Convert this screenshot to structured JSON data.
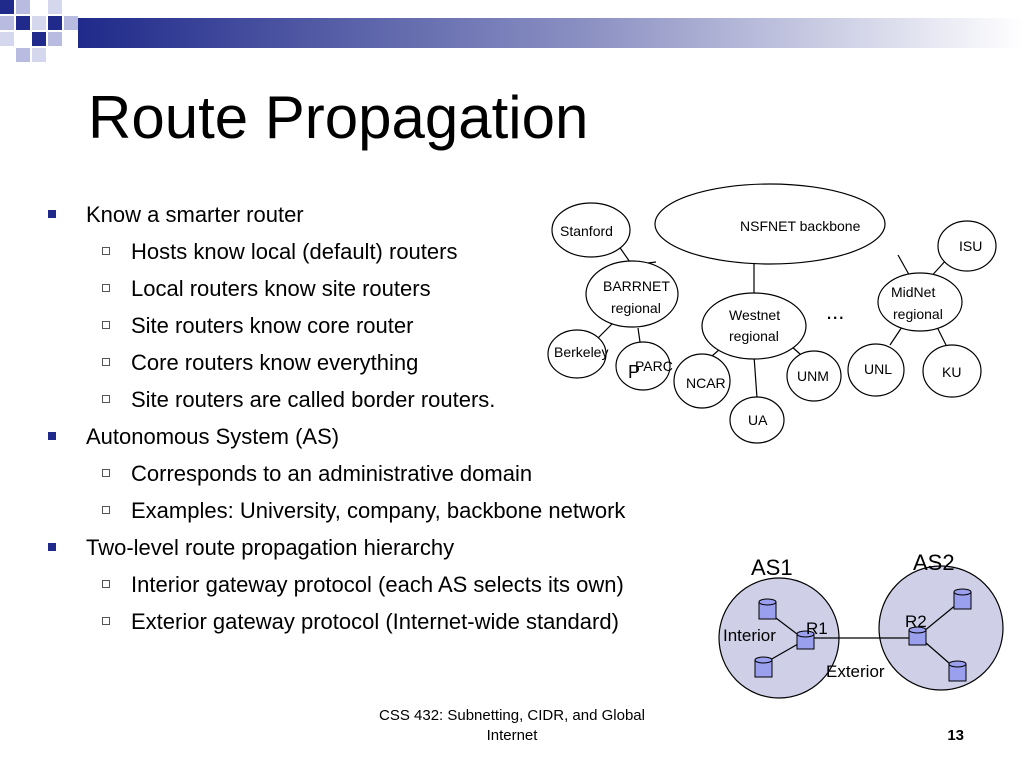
{
  "slide": {
    "title": "Route Propagation",
    "bullets": [
      {
        "level": 1,
        "text": "Know a smarter router"
      },
      {
        "level": 2,
        "text": "Hosts know local (default) routers"
      },
      {
        "level": 2,
        "text": "Local routers know site routers"
      },
      {
        "level": 2,
        "text": "Site routers know core router"
      },
      {
        "level": 2,
        "text": "Core routers know everything"
      },
      {
        "level": 2,
        "text": "Site routers are called border routers."
      },
      {
        "level": 1,
        "text": "Autonomous System (AS)"
      },
      {
        "level": 2,
        "text": "Corresponds to an administrative domain"
      },
      {
        "level": 2,
        "text": "Examples: University, company, backbone network"
      },
      {
        "level": 1,
        "text": "Two-level route propagation hierarchy"
      },
      {
        "level": 2,
        "text": "Interior gateway protocol (each AS selects its own)"
      },
      {
        "level": 2,
        "text": "Exterior gateway protocol (Internet-wide standard)"
      }
    ],
    "network_diagram": {
      "backbone": "NSFNET backbone",
      "barrnet_line1": "BARRNET",
      "barrnet_line2": "regional",
      "westnet_line1": "Westnet",
      "westnet_line2": "regional",
      "midnet_line1": "MidNet",
      "midnet_line2": "regional",
      "ellipsis": "...",
      "stanford": "Stanford",
      "berkeley": "Berkeley",
      "parc": "PARC",
      "p_mark": "P",
      "ncar": "NCAR",
      "ua": "UA",
      "unm": "UNM",
      "isu": "ISU",
      "unl": "UNL",
      "ku": "KU"
    },
    "as_diagram": {
      "as1": "AS1",
      "as2": "AS2",
      "r1": "R1",
      "r2": "R2",
      "interior": "Interior",
      "exterior": "Exterior"
    },
    "footer": {
      "line1": "CSS 432: Subnetting, CIDR, and Global",
      "line2": "Internet",
      "page_number": "13"
    },
    "colors": {
      "accent": "#1f2a8a",
      "as_fill": "#cfcfe8",
      "router_fill": "#9aa0ee"
    }
  }
}
